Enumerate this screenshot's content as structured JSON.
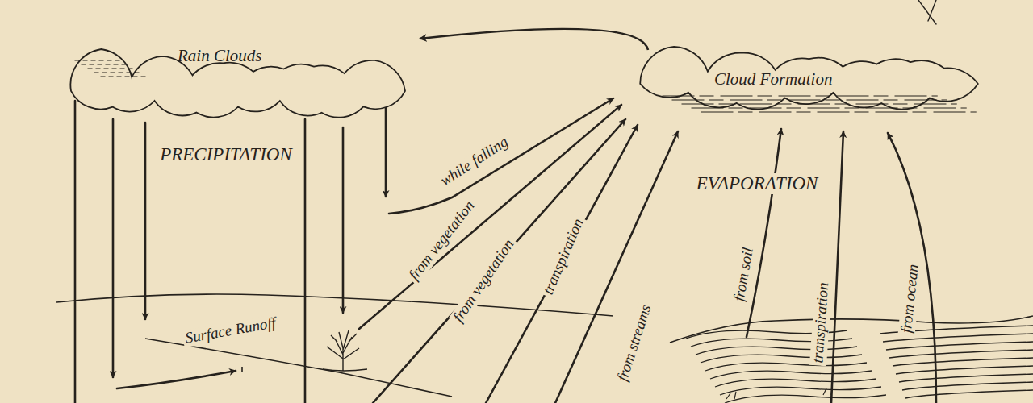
{
  "diagram": {
    "nodes": [
      {
        "text": [
          "Rain Clouds"
        ]
      },
      {
        "text": [
          "Cloud Formation"
        ]
      }
    ],
    "edges": [
      {
        "from": 1,
        "to": 0,
        "arrow": "to"
      }
    ],
    "labels": [
      "PRECIPITATION",
      "EVAPORATION",
      "while falling",
      "from vegetation",
      "from vegetation",
      "transpiration",
      "from streams",
      "from soil",
      "transpiration",
      "from ocean",
      "Surface Runoff"
    ]
  }
}
